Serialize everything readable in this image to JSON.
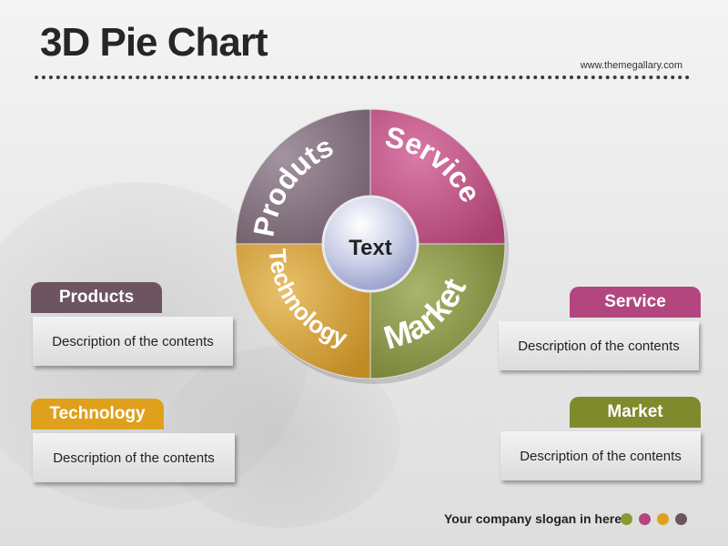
{
  "header": {
    "title": "3D Pie Chart",
    "website": "www.themegallary.com"
  },
  "pie": {
    "center_label": "Text",
    "segments": [
      {
        "label": "Produts",
        "color": "#8b7b86"
      },
      {
        "label": "Service",
        "color": "#c2578a"
      },
      {
        "label": "Market",
        "color": "#8e9a4f"
      },
      {
        "label": "Technology",
        "color": "#d3a43b"
      }
    ]
  },
  "boxes": {
    "products": {
      "title": "Products",
      "desc": "Description of the contents",
      "color": "#6d5461"
    },
    "technology": {
      "title": "Technology",
      "desc": "Description of the contents",
      "color": "#dfa11c"
    },
    "service": {
      "title": "Service",
      "desc": "Description of the contents",
      "color": "#b3467f"
    },
    "market": {
      "title": "Market",
      "desc": "Description of the contents",
      "color": "#7f8a2c"
    }
  },
  "footer": {
    "slogan": "Your company slogan in here",
    "dot_colors": [
      "#8a9a33",
      "#b3467f",
      "#e0a01c",
      "#6d5461"
    ]
  }
}
